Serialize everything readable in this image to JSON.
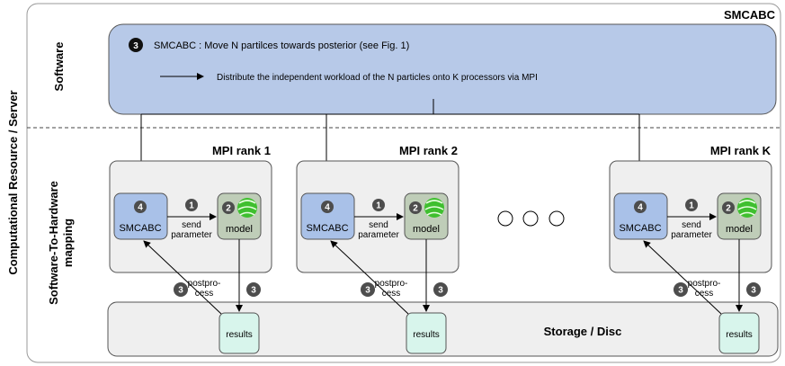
{
  "outer_label": "Computational Resource / Server",
  "software_label": "Software",
  "mapping_label_line1": "Software-To-Hardware",
  "mapping_label_line2": "mapping",
  "corner_title": "SMCABC",
  "software_box": {
    "step_number": "3",
    "line1": "SMCABC : Move N partilces towards posterior (see Fig. 1)",
    "line2": "Distribute the independent workload of the N particles onto K processors via MPI"
  },
  "ranks": [
    {
      "title": "MPI rank 1"
    },
    {
      "title": "MPI rank 2"
    },
    {
      "title": "MPI rank K"
    }
  ],
  "smcabc_label": "SMCABC",
  "smcabc_step": "4",
  "model_label": "model",
  "model_step": "2",
  "send_step": "1",
  "send_line1": "send",
  "send_line2": "parameter",
  "post_step": "3",
  "postprocess_line1": "postpro-",
  "postprocess_line2": "cess",
  "results_label": "results",
  "storage_label": "Storage / Disc",
  "colors": {
    "software_fill": "#b7c9e8",
    "smcabc_fill": "#a9c1e8",
    "model_fill": "#bfcdb8",
    "results_fill": "#d8f5ec",
    "panel_fill": "#efefef",
    "badge_fill": "#4d4d4d",
    "logo_green": "#3fbf2f"
  }
}
